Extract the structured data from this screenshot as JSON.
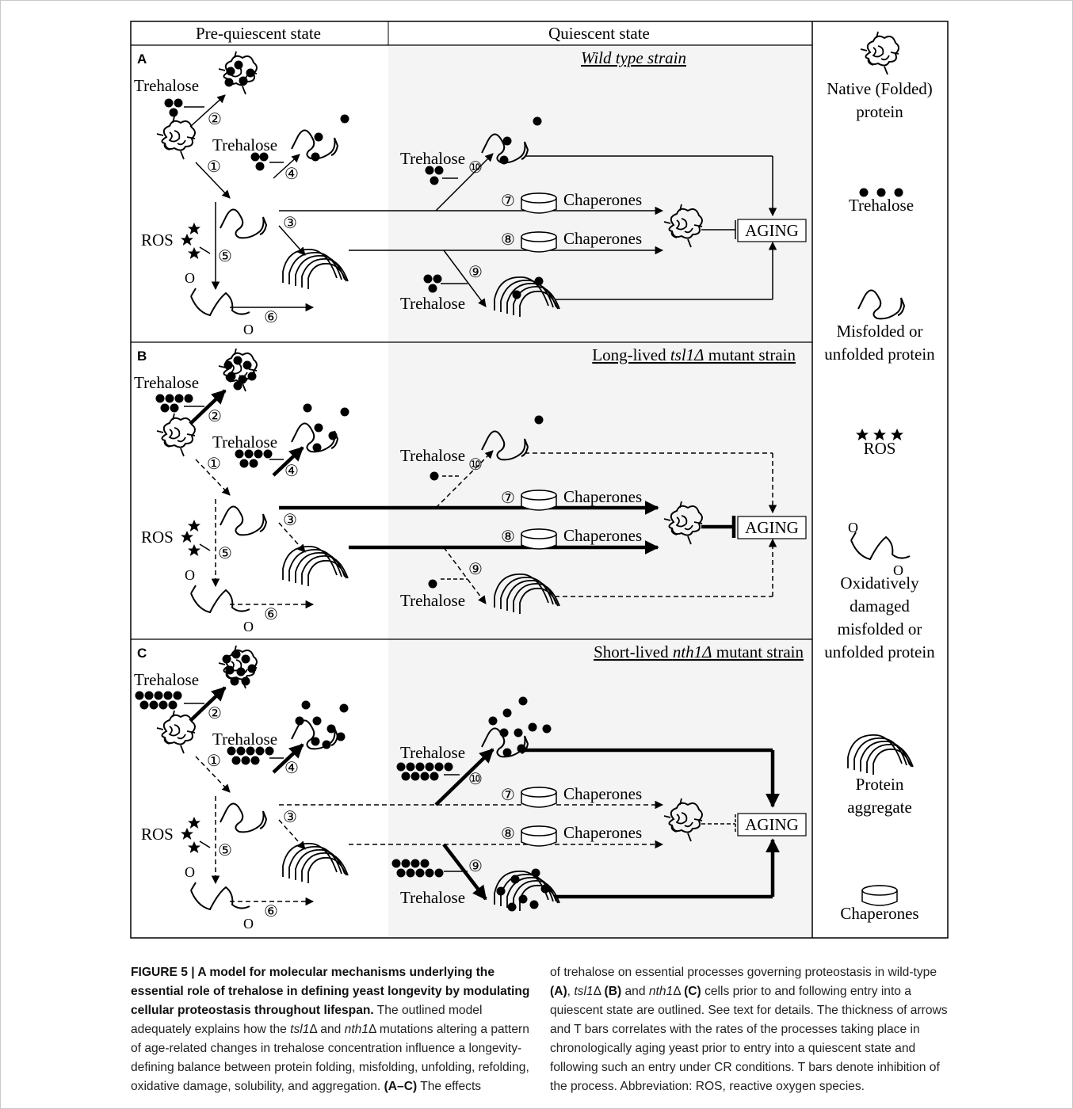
{
  "figure": {
    "col_pre": "Pre-quiescent state",
    "col_quiescent": "Quiescent state",
    "panels": [
      {
        "letter": "A",
        "title_pre": "",
        "title_italic": "Wild type strain",
        "title_post": ""
      },
      {
        "letter": "B",
        "title_pre": "Long-lived ",
        "title_italic": "tsl1Δ",
        "title_post": " mutant strain"
      },
      {
        "letter": "C",
        "title_pre": "Short-lived ",
        "title_italic": "nth1Δ",
        "title_post": " mutant strain"
      }
    ],
    "labels": {
      "trehalose": "Trehalose",
      "ros": "ROS",
      "chaperones": "Chaperones",
      "aging": "AGING",
      "oxygen": "O"
    },
    "step_numbers": [
      "①",
      "②",
      "③",
      "④",
      "⑤",
      "⑥",
      "⑦",
      "⑧",
      "⑨",
      "⑩"
    ],
    "legend": [
      {
        "icon": "native-protein-icon",
        "lines": [
          "Native (Folded)",
          "protein"
        ]
      },
      {
        "icon": "trehalose-dots-icon",
        "lines": [
          "Trehalose"
        ]
      },
      {
        "icon": "misfolded-protein-icon",
        "lines": [
          "Misfolded or",
          "unfolded protein"
        ]
      },
      {
        "icon": "ros-stars-icon",
        "lines": [
          "ROS"
        ]
      },
      {
        "icon": "oxidized-protein-icon",
        "lines": [
          "Oxidatively",
          "damaged",
          "misfolded or",
          "unfolded protein"
        ]
      },
      {
        "icon": "protein-aggregate-icon",
        "lines": [
          "Protein",
          "aggregate"
        ]
      },
      {
        "icon": "chaperone-icon",
        "lines": [
          "Chaperones"
        ]
      }
    ]
  },
  "caption": {
    "title": "FIGURE 5 | A model for molecular mechanisms underlying the essential role of trehalose in defining yeast longevity by modulating cellular proteostasis throughout lifespan.",
    "p1": " The outlined model adequately explains how the ",
    "g1": "tsl1",
    "p2": "Δ and ",
    "g2": "nth1",
    "p3": "Δ mutations altering a pattern of age-related changes in trehalose concentration influence a longevity-defining balance between protein folding, misfolding, unfolding, refolding, oxidative damage, solubility, and aggregation. ",
    "b1": "(A–C)",
    "p4": " The effects of trehalose on essential processes governing proteostasis in wild-type ",
    "b2": "(A)",
    "p5": ", ",
    "g3": "tsl1",
    "p6": "Δ ",
    "b3": "(B)",
    "p7": " and ",
    "g4": "nth1",
    "p8": "Δ ",
    "b4": "(C)",
    "p9": " cells prior to and following entry into a quiescent state are outlined. See text for details. The thickness of arrows and T bars correlates with the rates of the processes taking place in chronologically aging yeast prior to entry into a quiescent state and following such an entry under CR conditions. T bars denote inhibition of the process. Abbreviation: ROS, reactive oxygen species."
  }
}
